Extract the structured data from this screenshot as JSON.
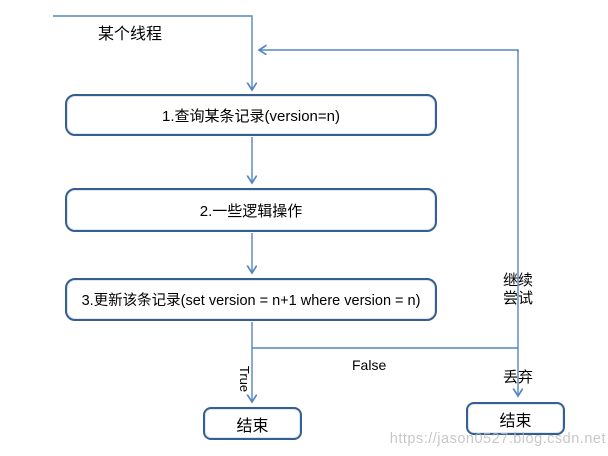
{
  "flowchart": {
    "start_label": "某个线程",
    "steps": [
      {
        "label": "1.查询某条记录(version=n)"
      },
      {
        "label": "2.一些逻辑操作"
      },
      {
        "label": "3.更新该条记录(set version = n+1 where version = n)"
      }
    ],
    "branches": {
      "true_label": "True",
      "false_label": "False",
      "retry_label": "继续\n尝试",
      "discard_label": "丢弃"
    },
    "terminals": {
      "end_true": "结束",
      "end_discard": "结束"
    },
    "watermark": "https://jason0527.blog.csdn.net",
    "colors": {
      "connector": "#5585C2",
      "node_border": "#365F91",
      "text": "#000000",
      "watermark": "#B9B9B9"
    }
  }
}
